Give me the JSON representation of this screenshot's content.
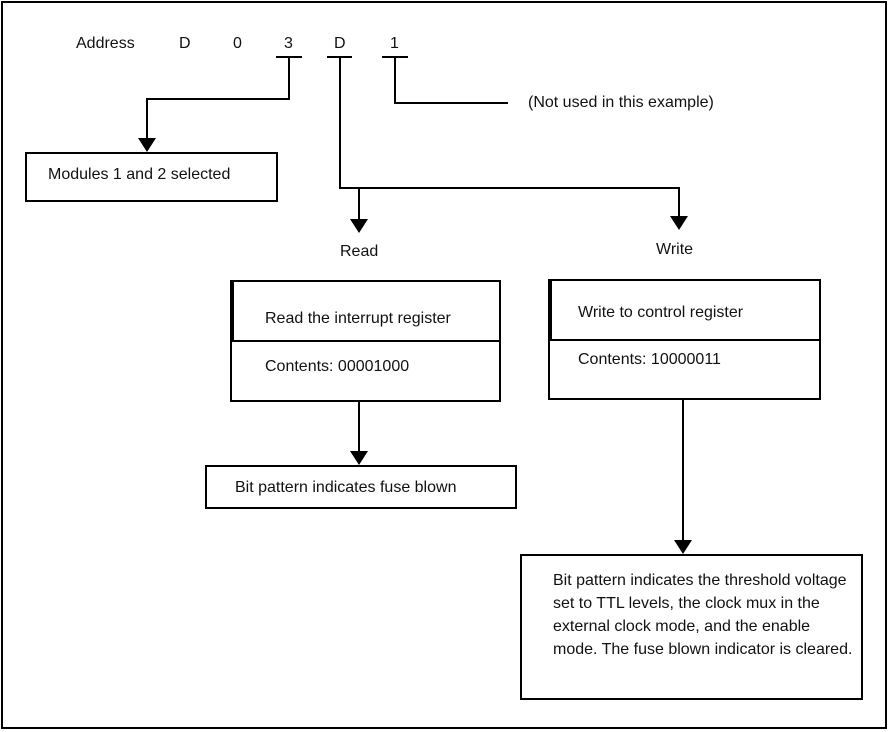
{
  "address": {
    "label": "Address",
    "digits": [
      "D",
      "0",
      "3",
      "D",
      "1"
    ]
  },
  "notes": {
    "not_used": "(Not used in this example)"
  },
  "modules_box": {
    "text": "Modules 1 and 2 selected"
  },
  "branches": {
    "read_label": "Read",
    "write_label": "Write"
  },
  "read_box": {
    "title": "Read the interrupt register",
    "contents": "Contents: 00001000"
  },
  "write_box": {
    "title": "Write to control register",
    "contents": "Contents: 10000011"
  },
  "read_result": {
    "text": "Bit pattern indicates fuse blown"
  },
  "write_result": {
    "text": "Bit pattern indicates the threshold voltage set to TTL levels, the clock mux in the external clock mode, and the enable mode. The fuse blown indicator is cleared."
  }
}
